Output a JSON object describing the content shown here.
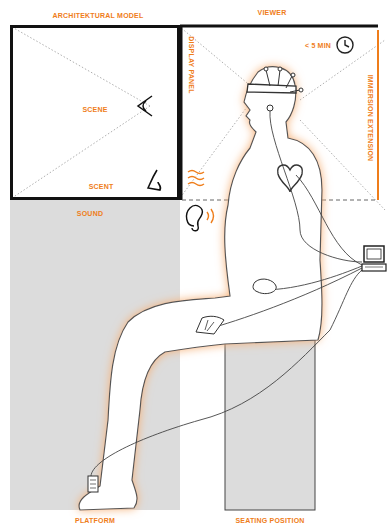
{
  "diagram": {
    "nodes": [
      {
        "text": [
          "ARCHITEKTURAL MODEL",
          "SCENE",
          "SCENT"
        ]
      },
      {
        "text": [
          "SOUND",
          "PLATFORM"
        ]
      },
      {
        "text": [
          "SEATING POSITION"
        ]
      }
    ],
    "labels": [
      "VIEWER",
      "DISPLAY PANEL",
      "< 5 MIN",
      "IMMERSION EXTENSION"
    ]
  }
}
